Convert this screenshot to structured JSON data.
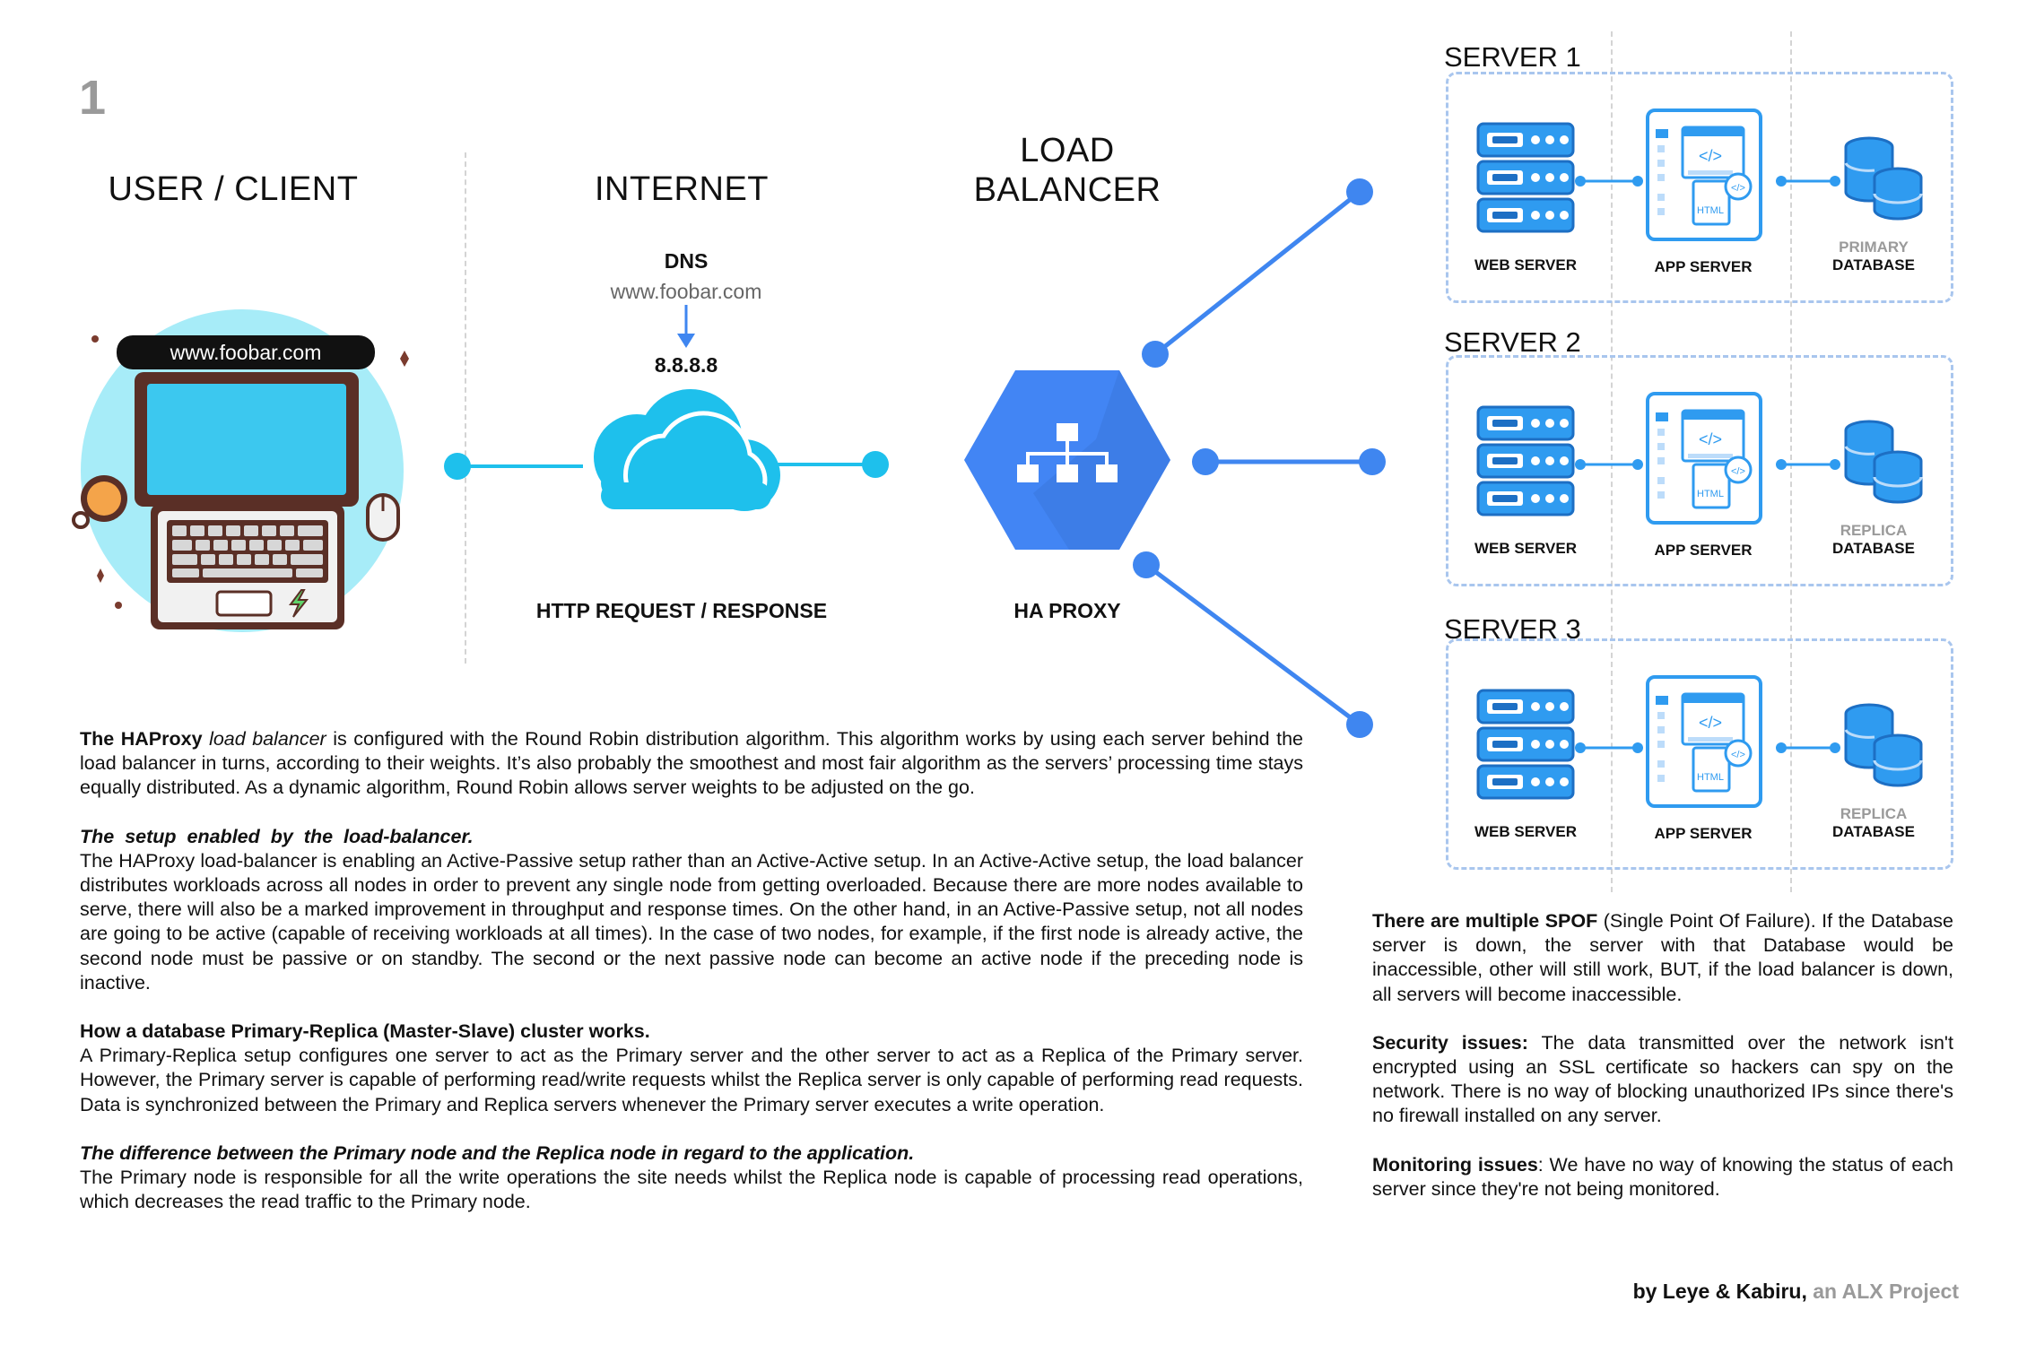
{
  "page_number": "1",
  "columns": {
    "client": "USER / CLIENT",
    "internet": "INTERNET",
    "lb_line1": "LOAD",
    "lb_line2": "BALANCER"
  },
  "client": {
    "url_pill": "www.foobar.com"
  },
  "dns": {
    "label": "DNS",
    "domain": "www.foobar.com",
    "ip": "8.8.8.8",
    "link_label": "HTTP REQUEST / RESPONSE"
  },
  "load_balancer": {
    "label": "HA PROXY"
  },
  "servers": [
    {
      "title": "SERVER 1",
      "web": "WEB SERVER",
      "app": "APP SERVER",
      "db_sub": "PRIMARY",
      "db_main": "DATABASE"
    },
    {
      "title": "SERVER 2",
      "web": "WEB SERVER",
      "app": "APP SERVER",
      "db_sub": "REPLICA",
      "db_main": "DATABASE"
    },
    {
      "title": "SERVER 3",
      "web": "WEB SERVER",
      "app": "APP SERVER",
      "db_sub": "REPLICA",
      "db_main": "DATABASE"
    }
  ],
  "text_main": {
    "p1_b": "The HAProxy",
    "p1_i": "load balancer",
    "p1_rest": " is configured with the Round Robin distribution algorithm. This algorithm works by using each server behind the load balancer in turns, according to their weights. It’s also probably the smoothest and most fair algorithm as the servers’ processing time stays equally distributed. As a dynamic algorithm, Round Robin allows server weights to be adjusted on the go.",
    "h2": "The setup enabled by the load-balancer.",
    "p2": "The HAProxy load-balancer is enabling an Active-Passive setup rather than an Active-Active setup. In an Active-Active setup, the load balancer distributes workloads across all nodes in order to prevent any single node from getting overloaded. Because there are more nodes available to serve, there will also be a marked improvement in throughput and response times. On the other hand, in an Active-Passive setup, not all nodes are going to be active (capable of receiving workloads at all times). In the case of two nodes, for example, if the first node is already active, the second node must be passive or on standby. The second or the next passive node can become an active node if the preceding node is inactive.",
    "h3": "How a database Primary-Replica (Master-Slave) cluster works.",
    "p3": "A Primary-Replica setup configures one server to act as the Primary server and the other server to act as a Replica of the Primary server. However, the Primary server is capable of performing read/write requests whilst the Replica server is only capable of performing read requests. Data is synchronized between the Primary and Replica servers whenever the Primary server executes a write operation.",
    "h4": "The difference between the Primary node and the Replica node in regard to the application.",
    "p4": "The Primary node is responsible for all the write operations the site needs whilst the Replica node is capable of processing read operations, which decreases the read traffic to the Primary node."
  },
  "text_side": {
    "spof_b": "There are multiple SPOF",
    "spof_rest": " (Single Point Of Failure). If the Database server is down, the  server with that Database would be inaccessible, other will still work, BUT, if the load balancer is down, all servers will become inaccessible.",
    "sec_b": "Security issues:",
    "sec_rest": " The data transmitted over the network isn't encrypted using an SSL certificate so hackers can spy on the network. There is no way of blocking unauthorized IPs since there's no firewall installed on any server.",
    "mon_b": "Monitoring issues",
    "mon_rest": ": We have no way of knowing the status of each server since they're not being monitored."
  },
  "credit": {
    "authors": "by Leye & Kabiru,",
    "project": " an ALX Project"
  },
  "colors": {
    "accent": "#3f86f0",
    "cyan": "#1ec0ec",
    "server_blue": "#2f9bf0",
    "hex_blue": "#4285f4",
    "light_circle": "#a7ecf8"
  }
}
